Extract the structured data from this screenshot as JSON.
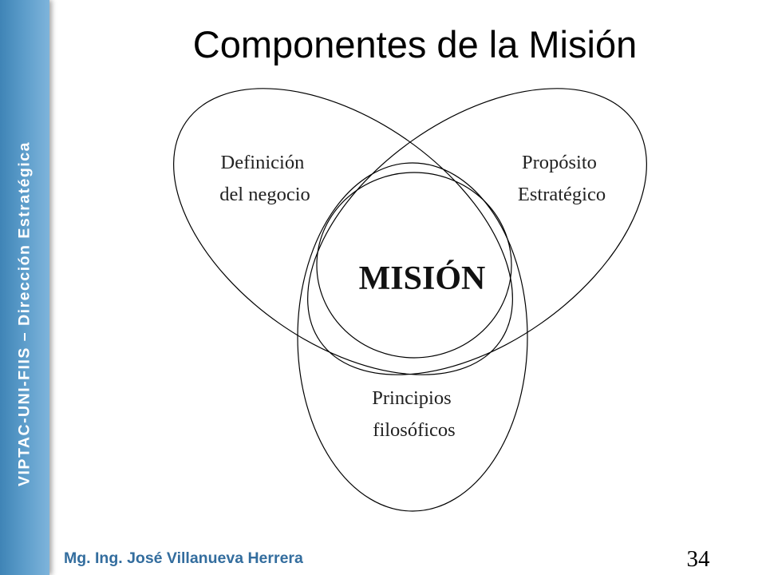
{
  "sidebar": {
    "text": "VIPTAC-UNI-FIIS – Dirección Estratégica",
    "color": "#4a8cc0"
  },
  "title": "Componentes de la Misión",
  "diagram": {
    "center": "MISIÓN",
    "components": [
      {
        "lines": [
          "Definición",
          "del negocio"
        ]
      },
      {
        "lines": [
          "Propósito",
          "Estratégico"
        ]
      },
      {
        "lines": [
          "Principios",
          "filosóficos"
        ]
      }
    ]
  },
  "footer": {
    "author": "Mg. Ing. José Villanueva Herrera",
    "page_number": "34",
    "author_color": "#336d9e"
  }
}
